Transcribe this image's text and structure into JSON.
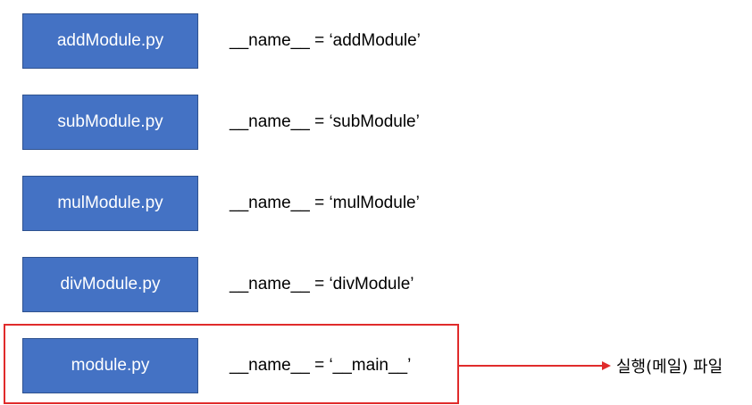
{
  "modules": [
    {
      "file": "addModule.py",
      "expression": "__name__ = ‘addModule’"
    },
    {
      "file": "subModule.py",
      "expression": "__name__ = ‘subModule’"
    },
    {
      "file": "mulModule.py",
      "expression": "__name__ = ‘mulModule’"
    },
    {
      "file": "divModule.py",
      "expression": "__name__ = ‘divModule’"
    },
    {
      "file": "module.py",
      "expression": "__name__ = ‘__main__’"
    }
  ],
  "callout": {
    "label": "실행(메일) 파일"
  },
  "colors": {
    "box_fill": "#4472c4",
    "box_border": "#2f528f",
    "highlight": "#e02b2b"
  }
}
